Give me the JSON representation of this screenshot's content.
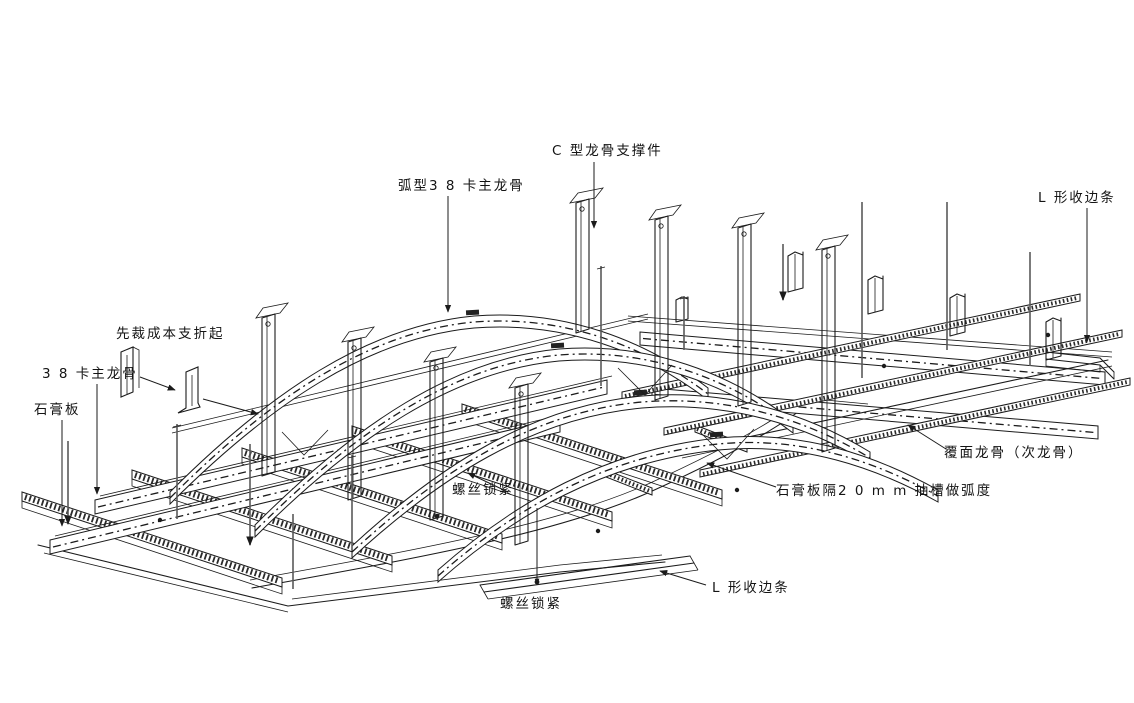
{
  "page": {
    "background_color": "#ffffff",
    "line_color": "#1b1b1b"
  },
  "diagram": {
    "type": "isometric-construction-detail",
    "subject": "curved suspended ceiling 38 clip keel framing with gypsum board",
    "labels": {
      "c_support": "C 型龙骨支撑件",
      "arc_main_keel": "弧型3 8 卡主龙骨",
      "l_trim_top": "L 形收边条",
      "fold_note": "先裁成本支折起",
      "main_keel_38": "3 8 卡主龙骨",
      "gypsum_board": "石膏板",
      "screw_lock_mid": "螺丝锁紧",
      "cover_keel": "覆面龙骨（次龙骨）",
      "groove_note": "石膏板隔2 0 m m 抽槽做弧度",
      "screw_lock_bottom": "螺丝锁紧",
      "l_trim_bottom": "L 形收边条"
    }
  }
}
